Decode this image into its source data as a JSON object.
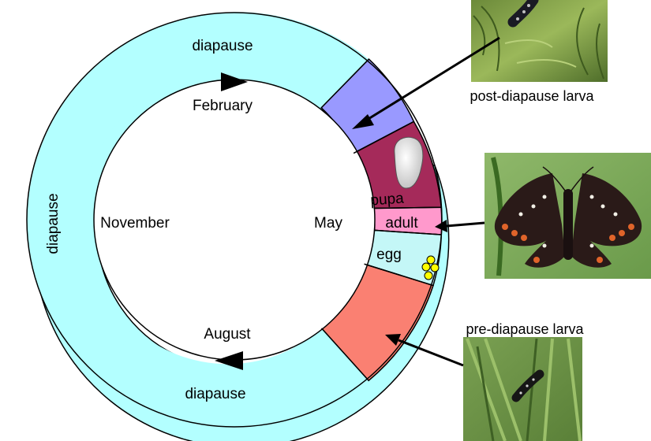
{
  "labels": {
    "diapause_top": "diapause",
    "diapause_left": "diapause",
    "diapause_bottom": "diapause",
    "pupa": "pupa",
    "adult": "adult",
    "egg": "egg",
    "month_february": "February",
    "month_may": "May",
    "month_august": "August",
    "month_november": "November",
    "photo_post_diapause": "post-diapause larva",
    "photo_adult": "",
    "photo_pre_diapause": "pre-diapause larva"
  },
  "colors": {
    "diapause": "#b3ffff",
    "post_diapause_larva": "#9999ff",
    "pupa": "#a52a5a",
    "adult": "#ff99cc",
    "egg": "#c4f7f7",
    "pre_diapause_larva": "#fa8072",
    "egg_dots": "#ffff00",
    "arrow": "#000000"
  },
  "icons": {
    "direction_arrow": "triangle-arrow",
    "egg_cluster": "yellow-circles",
    "pupa_shape": "white-pupa-blob"
  }
}
